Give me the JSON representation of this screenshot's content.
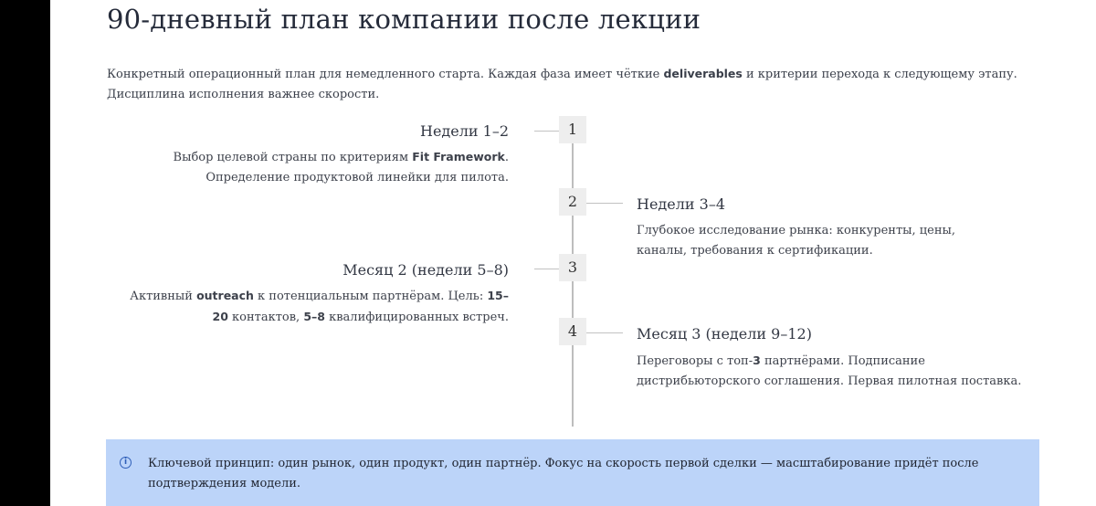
{
  "title": "90-дневный план компании после лекции",
  "intro": {
    "part1": "Конкретный операционный план для немедленного старта. Каждая фаза имеет чёткие ",
    "bold": "deliverables",
    "part2": " и критерии перехода к следующему этапу. Дисциплина исполнения важнее скорости."
  },
  "phases": [
    {
      "number": "1",
      "title": "Недели 1–2",
      "desc_part1": "Выбор целевой страны по критериям ",
      "desc_bold": "Fit Framework",
      "desc_part2": ". Определение продуктовой линейки для пилота."
    },
    {
      "number": "2",
      "title": "Недели 3–4",
      "desc": "Глубокое исследование рынка: конкуренты, цены, каналы, требования к сертификации."
    },
    {
      "number": "3",
      "title": "Месяц 2 (недели 5–8)",
      "desc_part1": "Активный ",
      "desc_bold1": "outreach",
      "desc_part2": " к потенциальным партнёрам. Цель: ",
      "desc_bold2": "15–20",
      "desc_part3": " контактов, ",
      "desc_bold3": "5–8",
      "desc_part4": " квалифицированных встреч."
    },
    {
      "number": "4",
      "title": "Месяц 3 (недели 9–12)",
      "desc_part1": "Переговоры с топ-",
      "desc_bold": "3",
      "desc_part2": " партнёрами. Подписание дистрибьюторского соглашения. Первая пилотная поставка."
    }
  ],
  "callout": {
    "icon": "info-icon",
    "icon_glyph": "i",
    "text": "Ключевой принцип: один рынок, один продукт, один партнёр. Фокус на скорость первой сделки — масштабирование придёт после подтверждения модели."
  },
  "colors": {
    "title": "#252b3a",
    "callout_bg": "#bcd4f9",
    "badge_bg": "#eeeeee",
    "line": "#bdbdbd"
  }
}
